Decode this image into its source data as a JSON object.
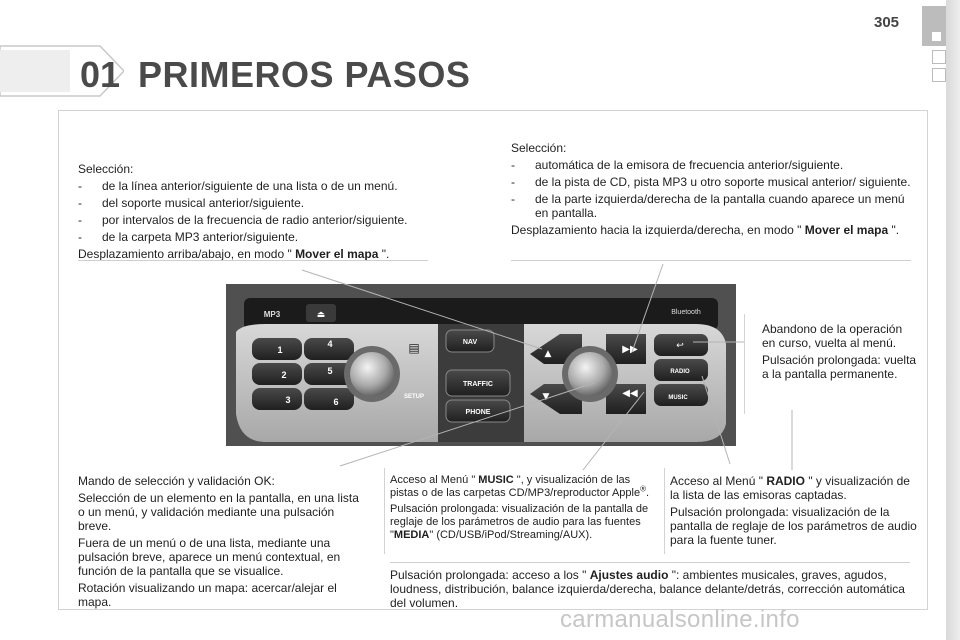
{
  "page_number": "305",
  "chapter": {
    "number": "01",
    "title": "PRIMEROS PASOS"
  },
  "left_top": {
    "heading": "Selección:",
    "items": [
      "de la línea anterior/siguiente de una lista o de un menú.",
      "del soporte musical anterior/siguiente.",
      "por intervalos de la frecuencia de radio anterior/siguiente.",
      "de la carpeta MP3 anterior/siguiente."
    ],
    "footer_prefix": "Desplazamiento arriba/abajo, en modo \" ",
    "footer_bold": "Mover el mapa",
    "footer_suffix": " \"."
  },
  "right_top": {
    "heading": "Selección:",
    "items": [
      "automática de la emisora de frecuencia anterior/siguiente.",
      "de la pista de CD, pista MP3 u otro soporte musical anterior/ siguiente.",
      "de la parte izquierda/derecha de la pantalla cuando aparece un menú en pantalla."
    ],
    "footer_prefix": "Desplazamiento hacia la izquierda/derecha, en modo \" ",
    "footer_bold": "Mover el mapa",
    "footer_suffix": " \"."
  },
  "right_side": {
    "p1": "Abandono de la operación en curso, vuelta al menú.",
    "p2": "Pulsación prolongada: vuelta a la pantalla permanente."
  },
  "bottom_left": {
    "p1": "Mando de selección y validación OK:",
    "p2": "Selección de un elemento en la pantalla, en una lista o un menú, y validación mediante una pulsación breve.",
    "p3": "Fuera de un menú o de una lista, mediante una pulsación breve, aparece un menú contextual, en función de la pantalla que se visualice.",
    "p4": "Rotación visualizando un mapa: acercar/alejar el mapa."
  },
  "bottom_mid": {
    "p1_prefix": "Acceso al Menú \" ",
    "p1_bold": "MUSIC",
    "p1_suffix": " \", y visualización de las pistas o de las carpetas CD/MP3/reproductor Apple",
    "p1_sup": "®",
    "p1_end": ".",
    "p2_prefix": "Pulsación prolongada: visualización de la pantalla de reglaje de los parámetros de audio para las fuentes \"",
    "p2_bold": "MEDIA",
    "p2_suffix": "\" (CD/USB/iPod/Streaming/AUX)."
  },
  "bottom_right": {
    "p1_prefix": "Acceso al Menú \" ",
    "p1_bold": "RADIO",
    "p1_suffix": " \" y visualización de la lista de las emisoras captadas.",
    "p2": "Pulsación prolongada: visualización de la pantalla de reglaje de los parámetros de audio para la fuente tuner."
  },
  "bottom_center": {
    "prefix": "Pulsación prolongada: acceso a los \" ",
    "bold": "Ajustes audio",
    "suffix": " \": ambientes musicales, graves, agudos, loudness, distribución, balance izquierda/derecha, balance delante/detrás, corrección automática del volumen."
  },
  "radio": {
    "mp3": "MP3",
    "nav": "NAV",
    "traffic": "TRAFFIC",
    "phone": "PHONE",
    "setup": "SETUP",
    "radio_btn": "RADIO",
    "music": "MUSIC",
    "bluetooth": "Bluetooth",
    "presets": [
      "1",
      "4",
      "2",
      "5",
      "3",
      "6"
    ]
  },
  "watermark": "carmanualsonline.info"
}
